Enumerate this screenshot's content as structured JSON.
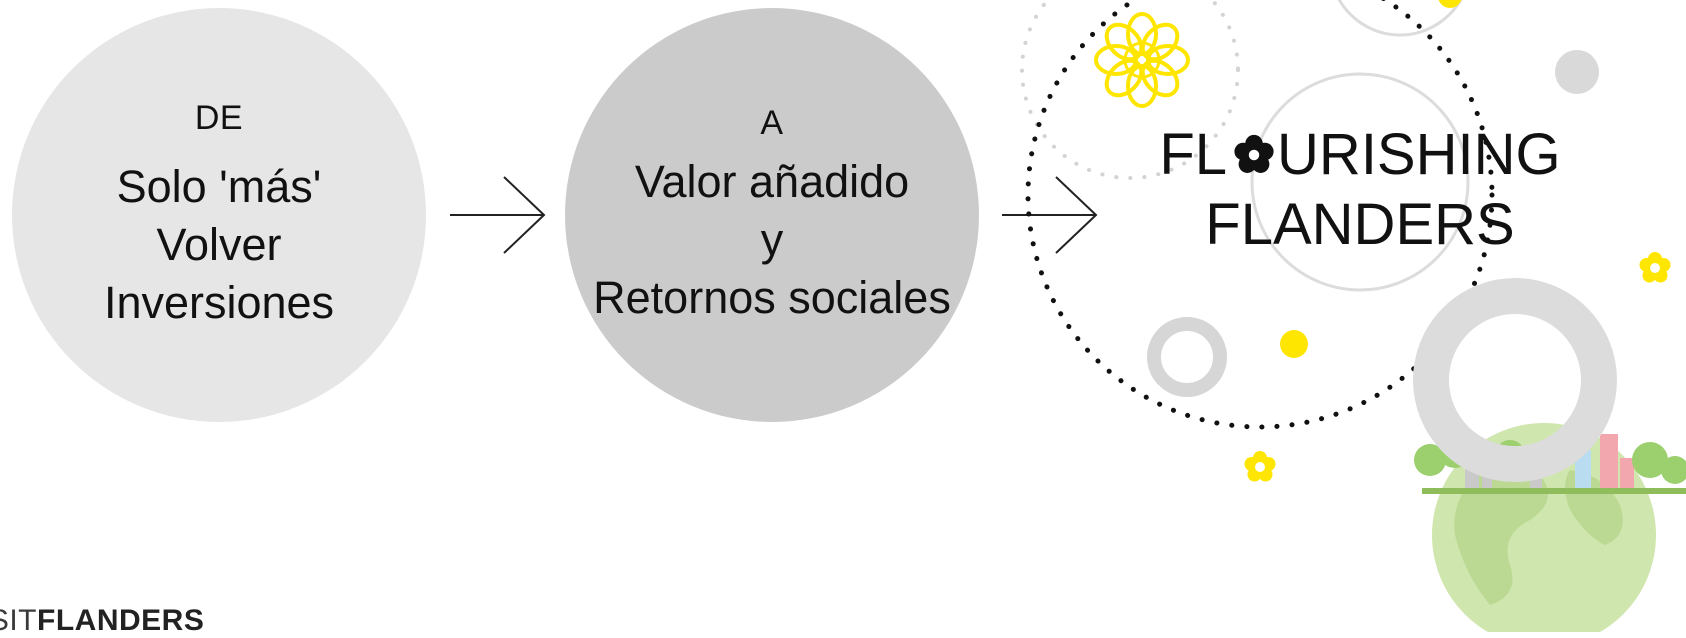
{
  "from_circle": {
    "label": "DE",
    "lines": [
      "Solo 'más'",
      "Volver",
      "Inversiones"
    ]
  },
  "to_circle": {
    "label": "A",
    "lines": [
      "Valor añadido",
      "y",
      "Retornos sociales"
    ]
  },
  "brand": {
    "title_line1_prefix": "FL",
    "title_line1_suffix": "URISHING",
    "title_line2": "FLANDERS"
  },
  "logo": {
    "prefix": "ISIT",
    "bold": "FLANDERS"
  },
  "colors": {
    "from_circle": "#e6e6e6",
    "to_circle": "#cccbcc",
    "accent_yellow": "#ffe600",
    "ring_gray": "#dcdcdc",
    "earth_green": "#c9e3a6"
  }
}
